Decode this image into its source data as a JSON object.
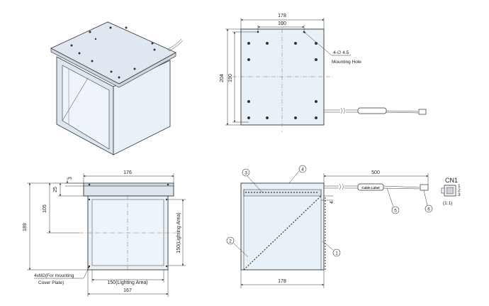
{
  "top_view": {
    "width": "178",
    "hole_pitch": "100",
    "height_outer": "204",
    "height_inner": "190",
    "hole_callout": "4-∅ 4.5",
    "hole_label": "Mounting Hole"
  },
  "front_view": {
    "plate_width": "176",
    "plate_thickness": "3",
    "step_height": "25",
    "center_height": "105",
    "total_height": "189",
    "lighting_area_height": "150(Lighting Area)",
    "lighting_area_width": "150(Lighting Area)",
    "body_width": "167",
    "screw_note_line1": "4xM2(For mounting",
    "screw_note_line2": "Cover Plate)"
  },
  "side_view": {
    "cable_length": "500",
    "thickness": "4",
    "width": "178",
    "cable_label": "Cable Label",
    "callouts": [
      "1",
      "2",
      "3",
      "4",
      "5",
      "6"
    ]
  },
  "connector": {
    "title": "CN1",
    "pins": [
      "1",
      "2",
      "3"
    ],
    "scale": "(1:1)"
  },
  "colors": {
    "panel": "#e9f1f8",
    "line": "#333333"
  }
}
